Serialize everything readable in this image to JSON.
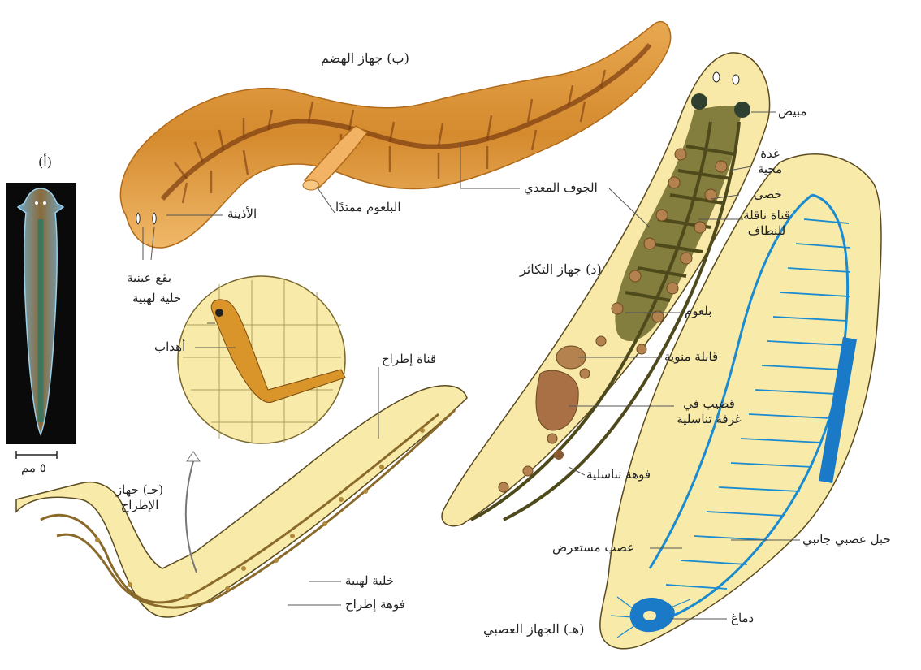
{
  "panels": {
    "a": {
      "title": "(أ)",
      "scale_text": "٥ مم"
    },
    "b": {
      "title": "(ب) جهاز الهضم"
    },
    "c": {
      "title": "(جـ) جهاز الإطراح"
    },
    "d": {
      "title": "(د) جهاز التكاثر"
    },
    "e": {
      "title": "(هـ) الجهاز العصبي"
    }
  },
  "labels": {
    "auricle": "الأذينة",
    "pharynx_extended": "البلعوم ممتدًا",
    "gastrovascular_cavity": "الجوف المعدي",
    "eyespots": "بقع عينية",
    "flame_cell_inset": "خلية لهبية",
    "cilia": "أهداب",
    "excretory_canal": "قناة إطراح",
    "flame_cell": "خلية لهبية",
    "excretory_pore": "فوهة إطراح",
    "ovary": "مبيض",
    "yolk_gland": "غدة محية",
    "testes": "خصى",
    "vas_deferens": "قناة ناقلة للنطاف",
    "pharynx": "بلعوم",
    "seminal_receptacle": "قابلة منوية",
    "penis": "قضيب في غرفة تناسلية",
    "genital_pore": "فوهة تناسلية",
    "lateral_nerve_cord": "حبل عصبي جانبي",
    "transverse_nerve": "عصب مستعرض",
    "brain": "دماغ"
  },
  "colors": {
    "body_fill": "#f8e9a8",
    "body_stroke": "#5a4a20",
    "digestive_brown": "#c4842e",
    "gut_green": "#6e6a2c",
    "nerve_blue": "#1a8bd0",
    "photo_bg": "#0a0a0a",
    "leader_line": "#555555"
  }
}
